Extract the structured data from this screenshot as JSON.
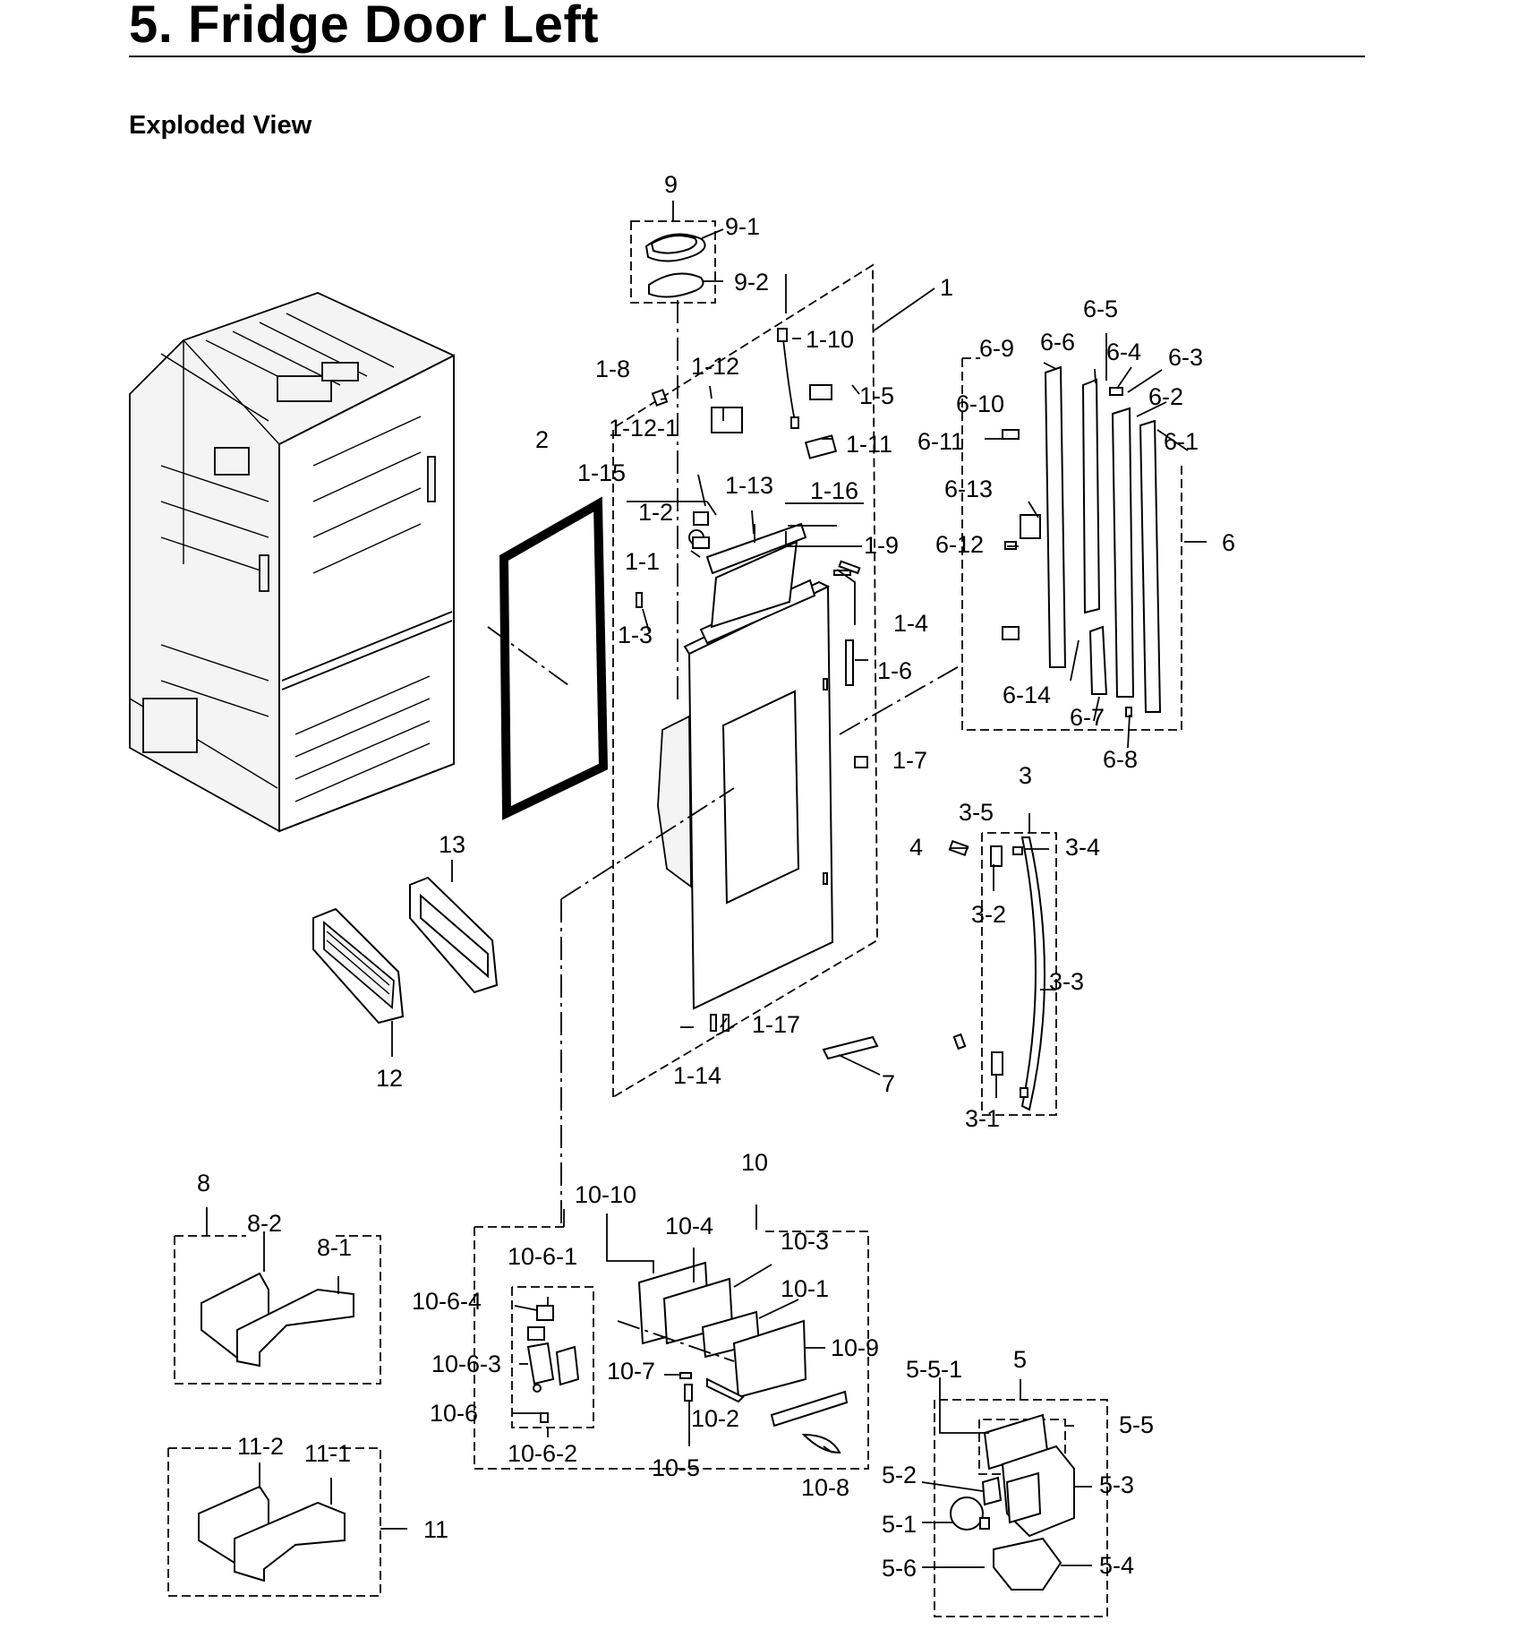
{
  "title": "5.  Fridge Door Left",
  "subtitle": "Exploded View",
  "diagram": {
    "labels": {
      "p9": "9",
      "p9_1": "9-1",
      "p9_2": "9-2",
      "p1": "1",
      "p1_10": "1-10",
      "p1_8": "1-8",
      "p1_12": "1-12",
      "p1_5": "1-5",
      "p1_12_1": "1-12-1",
      "p1_11": "1-11",
      "p2": "2",
      "p1_15": "1-15",
      "p1_13": "1-13",
      "p1_16": "1-16",
      "p1_2": "1-2",
      "p1_9": "1-9",
      "p1_1": "1-1",
      "p1_3": "1-3",
      "p1_4": "1-4",
      "p1_6": "1-6",
      "p1_7": "1-7",
      "p1_17": "1-17",
      "p1_14": "1-14",
      "p7": "7",
      "p6_5": "6-5",
      "p6_9": "6-9",
      "p6_6": "6-6",
      "p6_4": "6-4",
      "p6_3": "6-3",
      "p6_10": "6-10",
      "p6_2": "6-2",
      "p6_11": "6-11",
      "p6_1": "6-1",
      "p6_13": "6-13",
      "p6": "6",
      "p6_12": "6-12",
      "p6_14": "6-14",
      "p6_7": "6-7",
      "p6_8": "6-8",
      "p3": "3",
      "p3_5": "3-5",
      "p4": "4",
      "p3_4": "3-4",
      "p3_2": "3-2",
      "p3_3": "3-3",
      "p3_1": "3-1",
      "p13": "13",
      "p12": "12",
      "p10": "10",
      "p10_10": "10-10",
      "p10_4": "10-4",
      "p10_3": "10-3",
      "p10_6_1": "10-6-1",
      "p10_1": "10-1",
      "p10_6_4": "10-6-4",
      "p10_9": "10-9",
      "p10_6_3": "10-6-3",
      "p10_7": "10-7",
      "p10_6": "10-6",
      "p10_2": "10-2",
      "p10_6_2": "10-6-2",
      "p10_5": "10-5",
      "p10_8": "10-8",
      "p8": "8",
      "p8_2": "8-2",
      "p8_1": "8-1",
      "p11_2": "11-2",
      "p11_1": "11-1",
      "p11": "11",
      "p5": "5",
      "p5_5_1": "5-5-1",
      "p5_5": "5-5",
      "p5_2": "5-2",
      "p5_3": "5-3",
      "p5_1": "5-1",
      "p5_6": "5-6",
      "p5_4": "5-4"
    }
  }
}
